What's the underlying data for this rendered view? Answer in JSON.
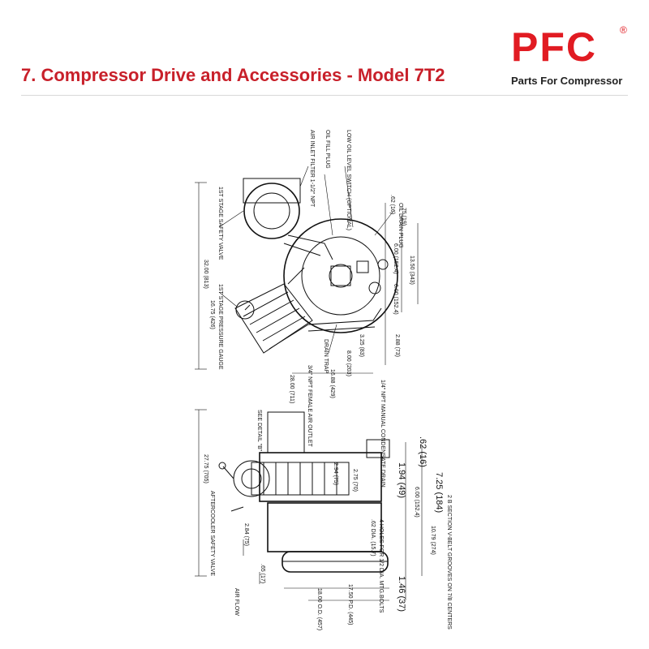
{
  "header": {
    "title": "7. Compressor Drive and Accessories - Model 7T2"
  },
  "logo": {
    "mark": "PFC",
    "registered": "®",
    "tagline": "Parts For Compressor",
    "brand_color": "#e11b22"
  },
  "title_color": "#c8202a",
  "drawing": {
    "upper_view": {
      "callouts": [
        "AIR INLET FILTER 1-1/2\" NPT",
        "OIL FILL PLUG",
        "LOW OIL LEVEL SWITCH (OPTIONAL)",
        "1ST STAGE SAFETY VALVE",
        "OIL DRAIN PLUG",
        "1ST STAGE PRESSURE GAUGE",
        "DRAIN TRAP",
        "3/4\" NPT FEMALE AIR OUTLET",
        "1/4\" NPT MANUAL CONDENSATE DRAIN"
      ],
      "dimensions": [
        ".62 (16)",
        ".75 (19)",
        "6.00 (152.4)",
        "13.50 (343)",
        "6.00 (152.4)",
        "32.00 (813)",
        "16.75 (426)",
        "28.00 (711)",
        "16.88 (429)",
        "8.00 (203)",
        "3.25 (83)",
        "2.88 (73)"
      ]
    },
    "lower_view": {
      "callouts": [
        "SEE DETAIL \"B\"",
        "AFTERCOOLER SAFETY VALVE",
        "AIR FLOW",
        "4 HOLES FOR 1/2 DIA. MTG.BOLTS",
        "2 B SECTION V-BELT GROOVES ON 7/8 CENTERS"
      ],
      "dimensions": [
        "27.75 (705)",
        "2.94 (75)",
        "2.75 (70)",
        "2.84 (75)",
        ".65 (17)",
        "18.00 O.D. (457)",
        "17.50 P.D. (445)",
        ".62 DIA. (15.7)",
        "10.79 (274)",
        "6.00 (152.4)",
        "1.94 (49)",
        ".62 (16)",
        "7.25 (184)",
        "1.46 (37)"
      ]
    }
  }
}
